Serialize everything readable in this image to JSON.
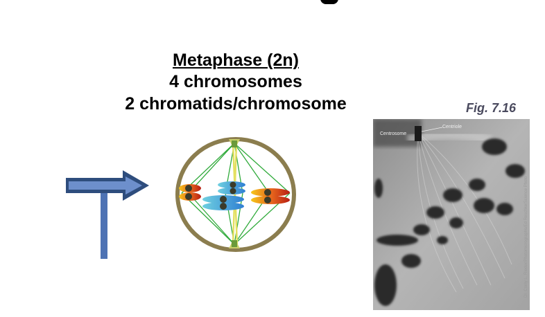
{
  "heading": {
    "line1": "Metaphase (2n)",
    "line2": "4 chromosomes",
    "line3": "2 chromatids/chromosome"
  },
  "figure": {
    "label": "Fig. 7.16",
    "micrograph_labels": {
      "centrosome": "Centrosome",
      "centriole": "Centriole"
    },
    "credit": "Dr. Conly L. Rieder/Photomicrographs/Ed Reschke/Science Photo"
  },
  "colors": {
    "arrow_fill": "#4a6aa3",
    "arrow_dark": "#2e4d7d",
    "cell_ring": "#8b7d4e",
    "spindle": "#2faa3a",
    "pole_spindle": "#e4e060",
    "chromosome_red": "#d8321c",
    "chromosome_yellow": "#f5c61a",
    "chromosome_blue": "#2f7fd3",
    "chromosome_cyan": "#5fc8d8",
    "centromere": "#3b3b2a"
  }
}
